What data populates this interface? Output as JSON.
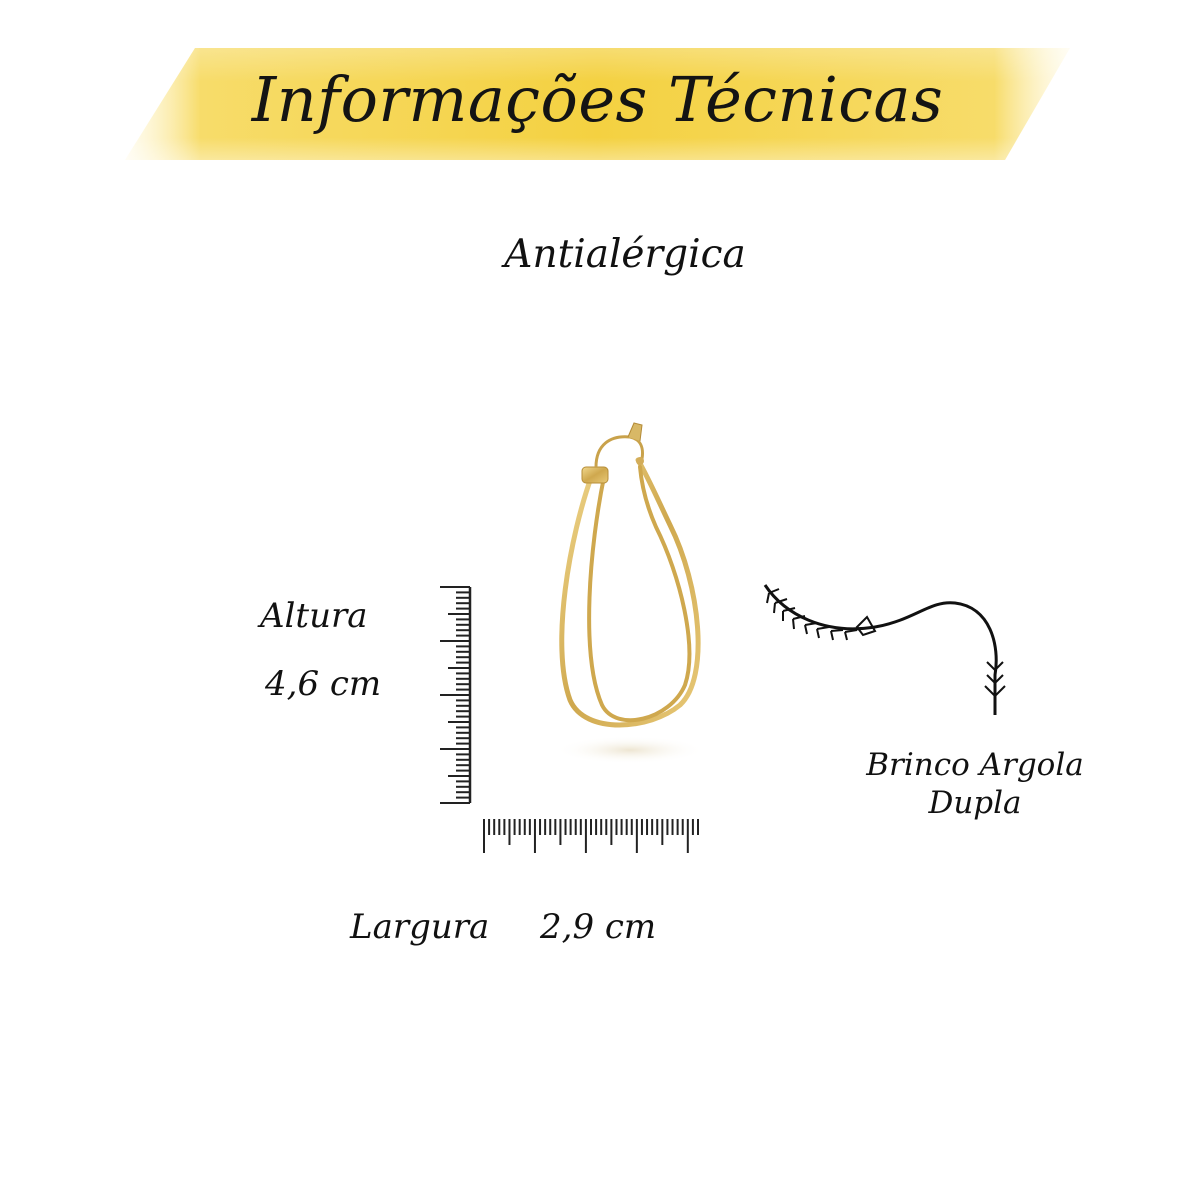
{
  "banner": {
    "title": "Informações Técnicas",
    "color": "#f5d245"
  },
  "feature": "Antialérgica",
  "dimensions": {
    "height_label": "Altura",
    "height_value": "4,6 cm",
    "width_label": "Largura",
    "width_value": "2,9 cm"
  },
  "product": {
    "name_line1": "Brinco Argola",
    "name_line2": "Dupla",
    "image_icon": "gold-double-hoop-earring",
    "metal_color": "#d6b25a"
  },
  "decorations": {
    "arrow_icon": "feather-arrow-icon",
    "vertical_ruler_icon": "vertical-ruler-icon",
    "horizontal_ruler_icon": "horizontal-ruler-icon"
  }
}
